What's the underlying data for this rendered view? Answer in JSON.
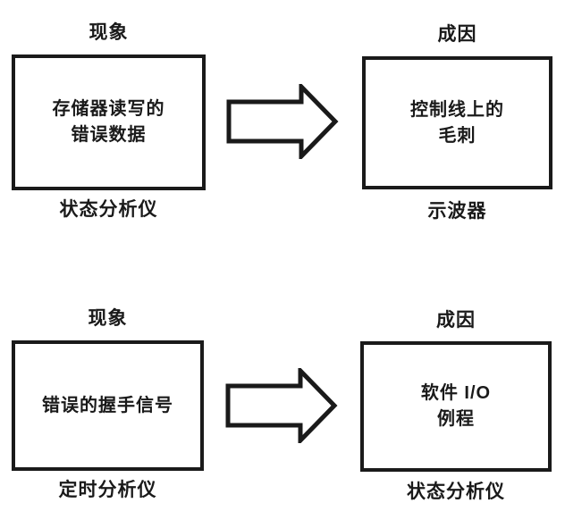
{
  "diagram": {
    "colors": {
      "line": "#1a1a1a",
      "background": "#ffffff",
      "text": "#1a1a1a"
    },
    "rows": [
      {
        "phenomenon": {
          "label": "现象",
          "box_lines": [
            "存储器读写的",
            "错误数据"
          ],
          "tool": "状态分析仪"
        },
        "cause": {
          "label": "成因",
          "box_lines": [
            "控制线上的",
            "毛刺"
          ],
          "tool": "示波器"
        },
        "arrow": "right-block-arrow"
      },
      {
        "phenomenon": {
          "label": "现象",
          "box_lines": [
            "错误的握手信号"
          ],
          "tool": "定时分析仪"
        },
        "cause": {
          "label": "成因",
          "box_lines": [
            "软件 I/O",
            "例程"
          ],
          "tool": "状态分析仪"
        },
        "arrow": "right-block-arrow"
      }
    ]
  }
}
